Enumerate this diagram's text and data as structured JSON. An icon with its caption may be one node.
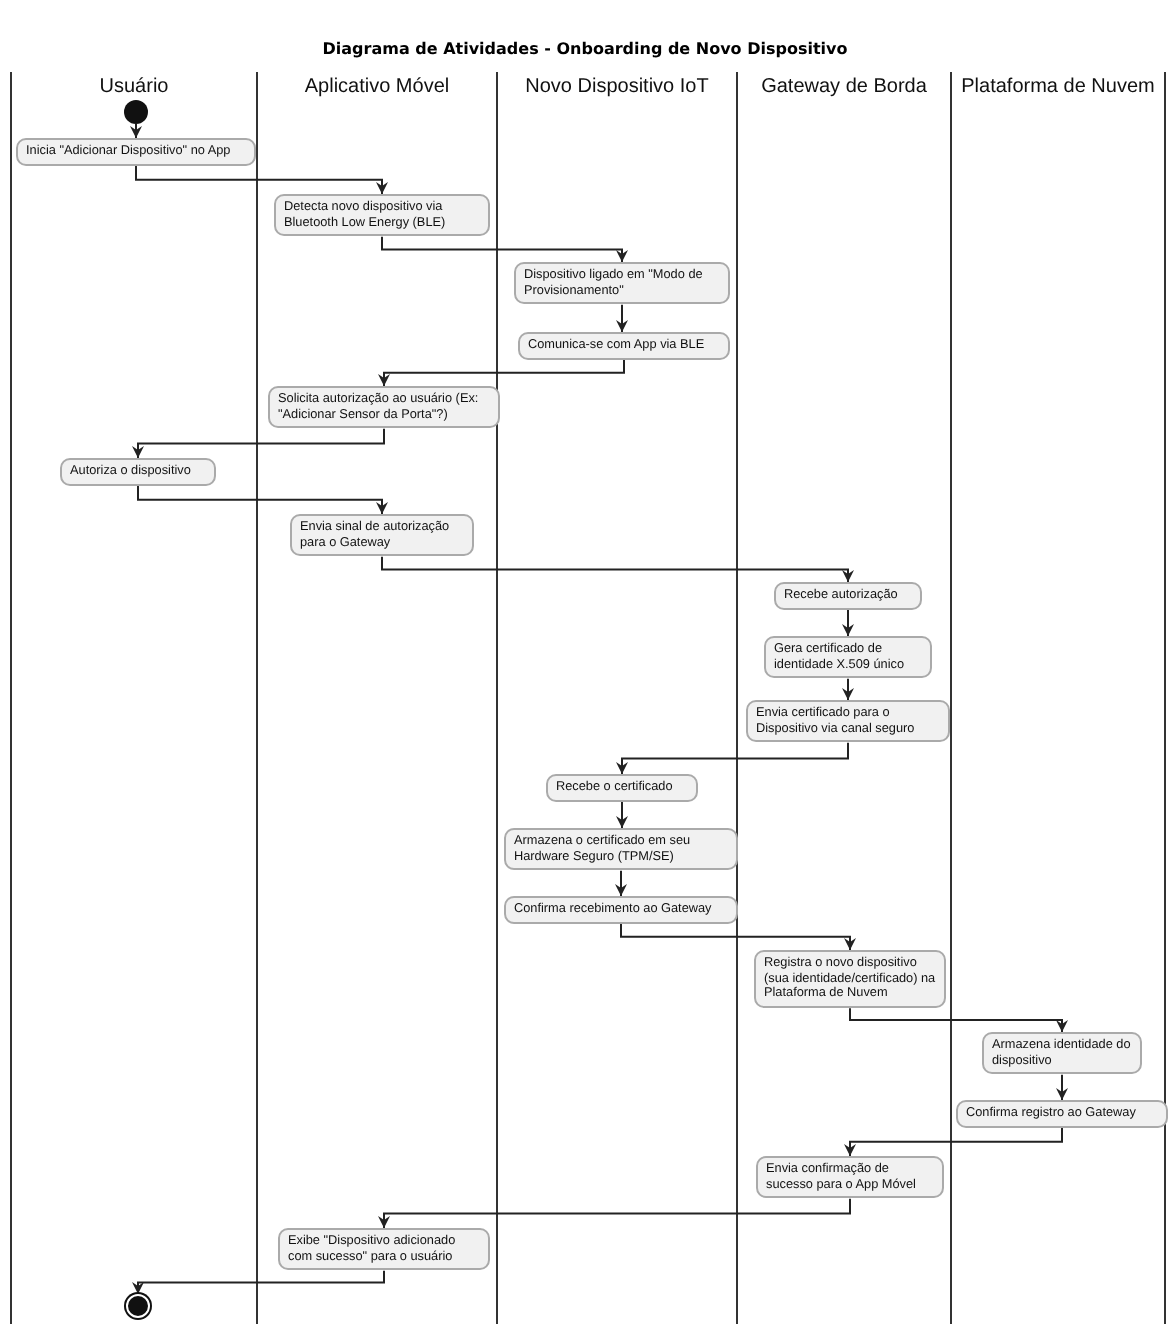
{
  "diagram": {
    "title": "Diagrama de Atividades - Onboarding de Novo Dispositivo",
    "nodes": [
      {
        "text": [
          "Usuário"
        ]
      },
      {
        "text": [
          "Aplicativo Móvel"
        ]
      },
      {
        "text": [
          "Novo Dispositivo IoT"
        ]
      },
      {
        "text": [
          "Gateway de Borda"
        ]
      },
      {
        "text": [
          "Plataforma de Nuvem"
        ]
      },
      {
        "text": [],
        "shape": "circle",
        "in": 0
      },
      {
        "text": [
          "Inicia \"Adicionar Dispositivo\" no App"
        ],
        "in": 0
      },
      {
        "text": [
          "Detecta novo dispositivo via Bluetooth Low Energy (BLE)"
        ],
        "in": 1
      },
      {
        "text": [
          "Dispositivo ligado em \"Modo de Provisionamento\""
        ],
        "in": 2
      },
      {
        "text": [
          "Comunica-se com App via BLE"
        ],
        "in": 2
      },
      {
        "text": [
          "Solicita autorização ao usuário (Ex: \"Adicionar Sensor da Porta\"?)"
        ],
        "in": 1
      },
      {
        "text": [
          "Autoriza o dispositivo"
        ],
        "in": 0
      },
      {
        "text": [
          "Envia sinal de autorização para o Gateway"
        ],
        "in": 1
      },
      {
        "text": [
          "Recebe autorização"
        ],
        "in": 3
      },
      {
        "text": [
          "Gera certificado de identidade X.509 único"
        ],
        "in": 3
      },
      {
        "text": [
          "Envia certificado para o Dispositivo via canal seguro"
        ],
        "in": 3
      },
      {
        "text": [
          "Recebe o certificado"
        ],
        "in": 2
      },
      {
        "text": [
          "Armazena o certificado em seu Hardware Seguro (TPM/SE)"
        ],
        "in": 2
      },
      {
        "text": [
          "Confirma recebimento ao Gateway"
        ],
        "in": 2
      },
      {
        "text": [
          "Registra o novo dispositivo (sua identidade/certificado) na Plataforma de Nuvem"
        ],
        "in": 3
      },
      {
        "text": [
          "Armazena identidade do dispositivo"
        ],
        "in": 4
      },
      {
        "text": [
          "Confirma registro ao Gateway"
        ],
        "in": 4
      },
      {
        "text": [
          "Envia confirmação de sucesso para o App Móvel"
        ],
        "in": 3
      },
      {
        "text": [
          "Exibe \"Dispositivo adicionado com sucesso\" para o usuário"
        ],
        "in": 1
      },
      {
        "text": [],
        "shape": "circle",
        "in": 0
      }
    ],
    "edges": [
      {
        "from": 5,
        "to": 6,
        "arrow": "to"
      },
      {
        "from": 6,
        "to": 7,
        "arrow": "to"
      },
      {
        "from": 7,
        "to": 8,
        "arrow": "to"
      },
      {
        "from": 8,
        "to": 9,
        "arrow": "to"
      },
      {
        "from": 9,
        "to": 10,
        "arrow": "to"
      },
      {
        "from": 10,
        "to": 11,
        "arrow": "to"
      },
      {
        "from": 11,
        "to": 12,
        "arrow": "to"
      },
      {
        "from": 12,
        "to": 13,
        "arrow": "to"
      },
      {
        "from": 13,
        "to": 14,
        "arrow": "to"
      },
      {
        "from": 14,
        "to": 15,
        "arrow": "to"
      },
      {
        "from": 15,
        "to": 16,
        "arrow": "to"
      },
      {
        "from": 16,
        "to": 17,
        "arrow": "to"
      },
      {
        "from": 17,
        "to": 18,
        "arrow": "to"
      },
      {
        "from": 18,
        "to": 19,
        "arrow": "to"
      },
      {
        "from": 19,
        "to": 20,
        "arrow": "to"
      },
      {
        "from": 20,
        "to": 21,
        "arrow": "to"
      },
      {
        "from": 21,
        "to": 22,
        "arrow": "to"
      },
      {
        "from": 22,
        "to": 23,
        "arrow": "to"
      },
      {
        "from": 23,
        "to": 24,
        "arrow": "to"
      }
    ]
  }
}
